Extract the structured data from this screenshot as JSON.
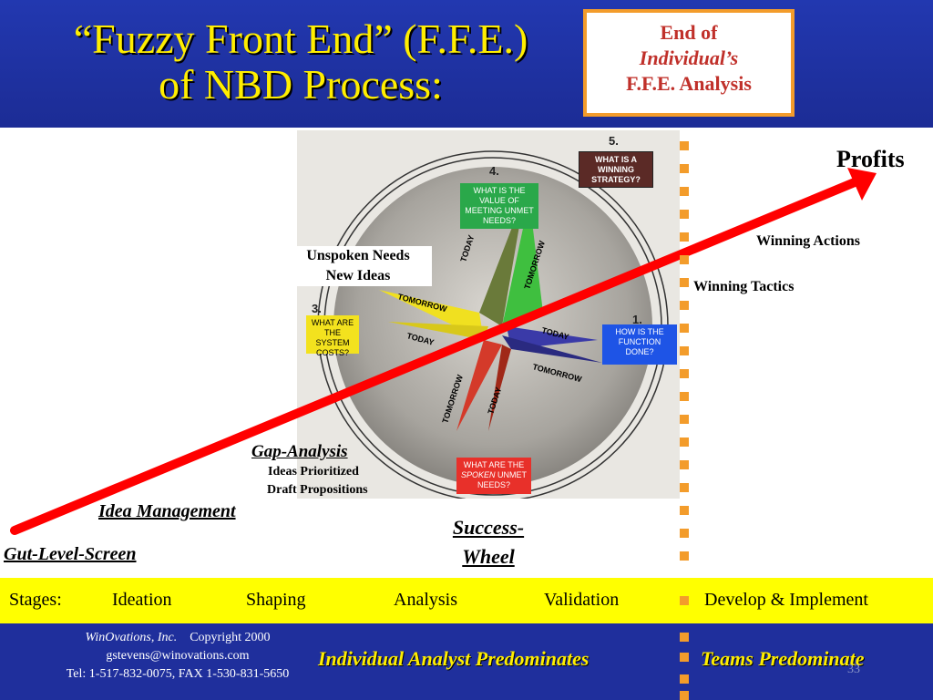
{
  "header": {
    "title_line1": "“Fuzzy Front End” (F.F.E.)",
    "title_line2": "of NBD Process:",
    "end_box": {
      "line1": "End of",
      "line2": "Individual’s",
      "line3": "F.F.E. Analysis"
    }
  },
  "diagram": {
    "profits": "Profits",
    "winning_actions": "Winning Actions",
    "winning_tactics": "Winning Tactics",
    "unspoken_needs": "Unspoken Needs",
    "new_ideas": "New Ideas",
    "gap_analysis": "Gap-Analysis",
    "ideas_prioritized": "Ideas Prioritized",
    "draft_propositions": "Draft Propositions",
    "idea_management": "Idea Management",
    "gut_level_screen": "Gut-Level-Screen",
    "success_wheel_1": "Success-",
    "success_wheel_2": "Wheel"
  },
  "wheel": {
    "n1": "1.",
    "n3": "3.",
    "n4": "4.",
    "n5": "5.",
    "box_strategy": "WHAT IS A WINNING STRATEGY?",
    "box_value": "WHAT IS THE VALUE OF MEETING UNMET NEEDS?",
    "box_system_costs": "WHAT ARE THE SYSTEM COSTS?",
    "box_function": "HOW IS THE FUNCTION DONE?",
    "box_spoken_a": "WHAT ARE THE",
    "box_spoken_b": "SPOKEN",
    "box_spoken_c": "UNMET NEEDS?",
    "today": "TODAY",
    "tomorrow": "TOMORROW"
  },
  "stages": {
    "label": "Stages:",
    "items": [
      "Ideation",
      "Shaping",
      "Analysis",
      "Validation",
      "Develop & Implement"
    ]
  },
  "footer": {
    "company": "WinOvations, Inc.",
    "copyright": "Copyright 2000",
    "email": "gstevens@winovations.com",
    "phone": "Tel:  1-517-832-0075,   FAX 1-530-831-5650",
    "individual": "Individual Analyst Predominates",
    "teams": "Teams Predominate",
    "page_number": "33"
  },
  "colors": {
    "title": "#ffee00",
    "band": "#ffff00",
    "accent": "#f39c2b",
    "arrow": "#ff0000",
    "background": "#1f2f9c"
  }
}
